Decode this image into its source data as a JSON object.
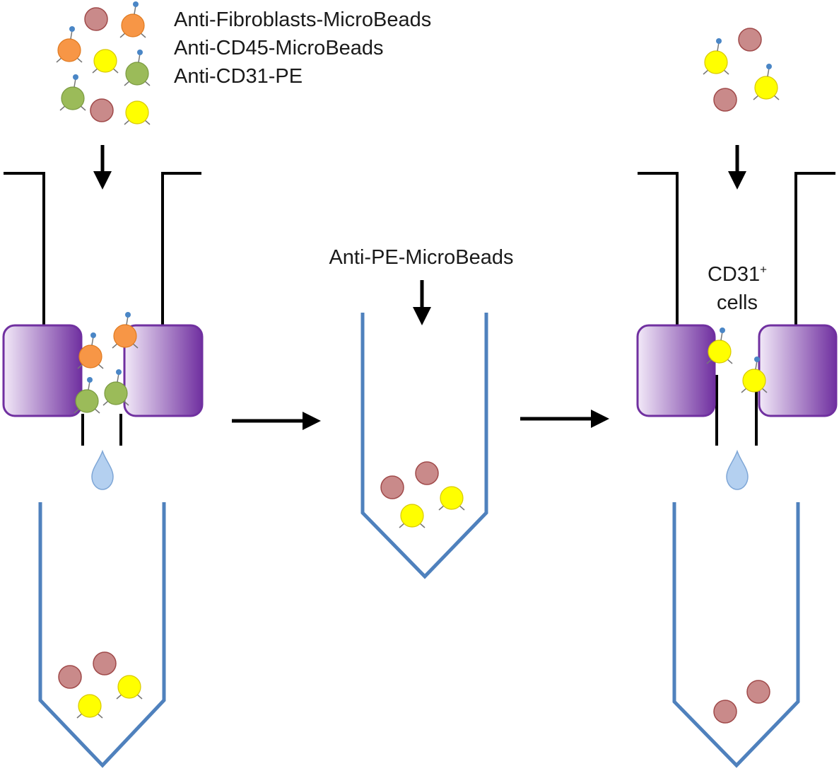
{
  "labels": {
    "reagent_1": "Anti-Fibroblasts-MicroBeads",
    "reagent_2": "Anti-CD45-MicroBeads",
    "reagent_3": "Anti-CD31-PE",
    "middle_reagent": "Anti-PE-MicroBeads",
    "positive_label_main": "CD31",
    "positive_label_sup": "+",
    "positive_label_line2": "cells"
  },
  "colors": {
    "plain_cell": "#c98a8a",
    "plain_cell_border": "#a04a4a",
    "fibroblast_bead_cell": "#f79646",
    "cd45_bead_cell": "#ffff00",
    "cd31_pe_cell": "#9bbb59",
    "tag": "#4a86c6",
    "tube_stroke": "#4f81bd",
    "magnet_fill_dark": "#7030a0",
    "magnet_fill_light": "#f2e9f8",
    "droplet": "#b4d0f0",
    "arrow": "#000000"
  },
  "icons": {
    "arrow": "black-arrow",
    "droplet": "droplet-icon",
    "magnet": "magnet-block",
    "tube": "conical-tube"
  }
}
